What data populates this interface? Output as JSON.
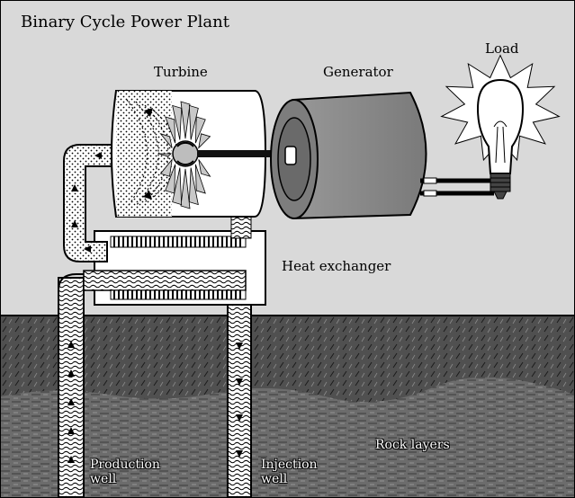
{
  "diagram": {
    "title": "Binary Cycle Power Plant",
    "labels": {
      "turbine": "Turbine",
      "generator": "Generator",
      "load": "Load",
      "heat_exchanger": "Heat exchanger",
      "rock_layers": "Rock layers",
      "production_well_line1": "Production",
      "production_well_line2": "well",
      "injection_well_line1": "Injection",
      "injection_well_line2": "well"
    }
  },
  "colors": {
    "background": "#d9d9d9",
    "ground_top": "#555555",
    "ground_bottom": "#6e6e6e",
    "generator": "#8a8a8a",
    "bulb_rays": "#ffffff"
  },
  "icons": {
    "turbine": "turbine-icon",
    "generator": "generator-icon",
    "load": "light-bulb-icon",
    "heat_exchanger": "heat-exchanger-icon"
  }
}
